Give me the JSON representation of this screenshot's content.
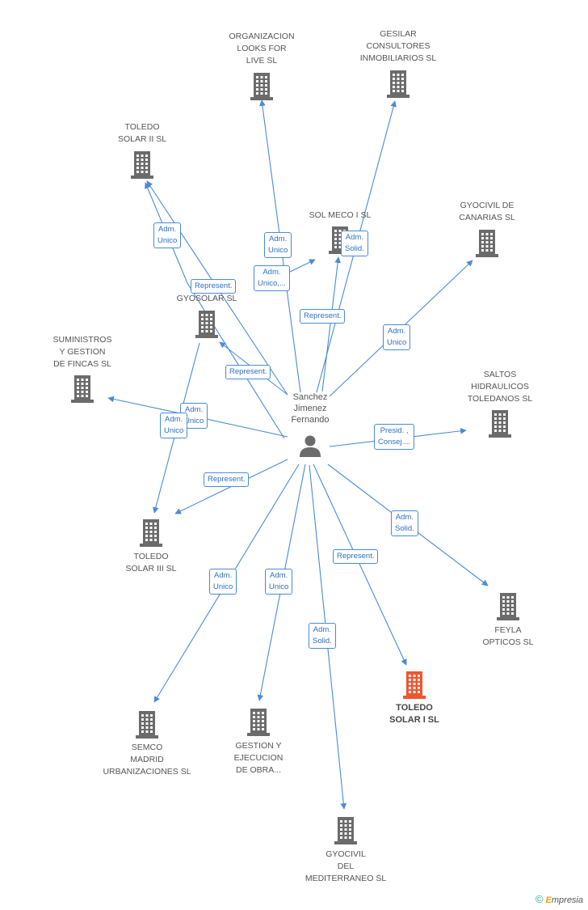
{
  "colors": {
    "edge": "#4a8bd6",
    "building": "#6b6b6b",
    "building_highlight": "#f0552d",
    "person": "#6b6b6b"
  },
  "center": {
    "name_lines": [
      "Sanchez",
      "Jimenez",
      "Fernando"
    ],
    "icon": "person-icon"
  },
  "nodes": [
    {
      "id": "organizacion",
      "lines": [
        "ORGANIZACION",
        "LOOKS FOR",
        "LIVE SL"
      ],
      "icon": "building-icon"
    },
    {
      "id": "gesilar",
      "lines": [
        "GESILAR",
        "CONSULTORES",
        "INMOBILIARIOS SL"
      ],
      "icon": "building-icon"
    },
    {
      "id": "toledo-ii",
      "lines": [
        "TOLEDO",
        "SOLAR II SL"
      ],
      "icon": "building-icon"
    },
    {
      "id": "sol-meco",
      "lines": [
        "SOL MECO I SL"
      ],
      "icon": "building-icon"
    },
    {
      "id": "gyocivil-canarias",
      "lines": [
        "GYOCIVIL DE",
        "CANARIAS SL"
      ],
      "icon": "building-icon"
    },
    {
      "id": "gyosolar",
      "lines": [
        "GYOSOLAR SL"
      ],
      "icon": "building-icon"
    },
    {
      "id": "suministros",
      "lines": [
        "SUMINISTROS",
        "Y GESTION",
        "DE FINCAS SL"
      ],
      "icon": "building-icon"
    },
    {
      "id": "saltos",
      "lines": [
        "SALTOS",
        "HIDRAULICOS",
        "TOLEDANOS SL"
      ],
      "icon": "building-icon"
    },
    {
      "id": "toledo-iii",
      "lines": [
        "TOLEDO",
        "SOLAR III SL"
      ],
      "icon": "building-icon"
    },
    {
      "id": "feyla",
      "lines": [
        "FEYLA",
        "OPTICOS SL"
      ],
      "icon": "building-icon"
    },
    {
      "id": "toledo-i",
      "lines": [
        "TOLEDO",
        "SOLAR I SL"
      ],
      "icon": "building-icon",
      "highlight": true
    },
    {
      "id": "semco",
      "lines": [
        "SEMCO",
        "MADRID",
        "URBANIZACIONES SL"
      ],
      "icon": "building-icon"
    },
    {
      "id": "gestion-obra",
      "lines": [
        "GESTION Y",
        "EJECUCION",
        "DE OBRA..."
      ],
      "icon": "building-icon"
    },
    {
      "id": "gyocivil-med",
      "lines": [
        "GYOCIVIL",
        "DEL",
        "MEDITERRANEO SL"
      ],
      "icon": "building-icon"
    }
  ],
  "edge_labels": [
    {
      "id": "l-org",
      "lines": [
        "Adm.",
        "Unico"
      ]
    },
    {
      "id": "l-gesilar",
      "lines": [
        "Adm.",
        "Solid."
      ]
    },
    {
      "id": "l-toledo2-adm",
      "lines": [
        "Adm.",
        "Unico"
      ]
    },
    {
      "id": "l-toledo2-rep",
      "lines": [
        "Represent."
      ]
    },
    {
      "id": "l-solmeco-adm",
      "lines": [
        "Adm.",
        "Unico,..."
      ]
    },
    {
      "id": "l-solmeco-rep",
      "lines": [
        "Represent."
      ]
    },
    {
      "id": "l-canarias",
      "lines": [
        "Adm.",
        "Unico"
      ]
    },
    {
      "id": "l-gyosolar",
      "lines": [
        "Represent."
      ]
    },
    {
      "id": "l-sumin",
      "lines": [
        "Adm.",
        "Unico"
      ]
    },
    {
      "id": "l-toledo3-adm",
      "lines": [
        "Adm.",
        "Unico"
      ]
    },
    {
      "id": "l-saltos",
      "lines": [
        "Presid. ,",
        "Consej...."
      ]
    },
    {
      "id": "l-toledo3-rep",
      "lines": [
        "Represent."
      ]
    },
    {
      "id": "l-feyla",
      "lines": [
        "Adm.",
        "Solid."
      ]
    },
    {
      "id": "l-toledo1",
      "lines": [
        "Represent."
      ]
    },
    {
      "id": "l-semco",
      "lines": [
        "Adm.",
        "Unico"
      ]
    },
    {
      "id": "l-gestion",
      "lines": [
        "Adm.",
        "Unico"
      ]
    },
    {
      "id": "l-gyomed",
      "lines": [
        "Adm.",
        "Solid."
      ]
    }
  ],
  "watermark": {
    "symbol": "©",
    "brand_first": "E",
    "brand_rest": "mpresia"
  }
}
